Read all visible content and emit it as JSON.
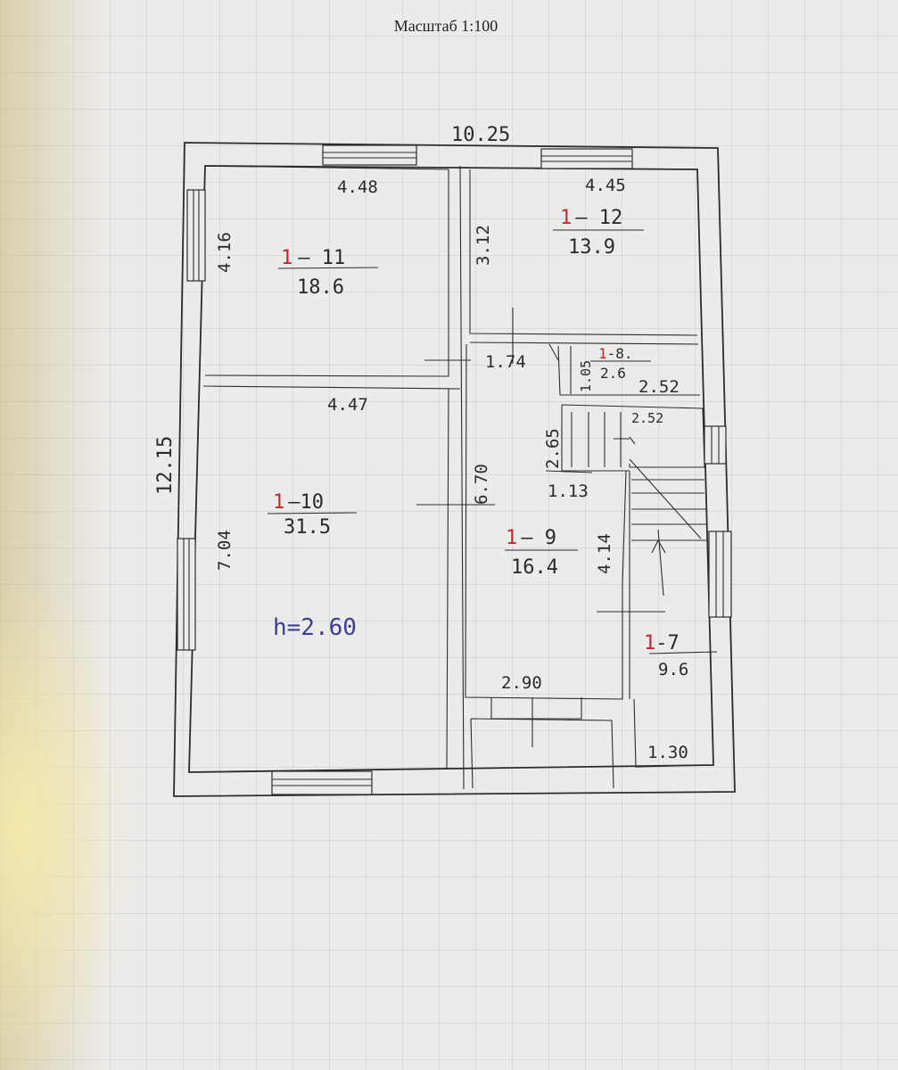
{
  "title": "Масштаб 1:100",
  "outer": {
    "width": "10.25",
    "height": "12.15"
  },
  "rooms": {
    "r11": {
      "id_prefix": "1",
      "id_suffix": "– 11",
      "area": "18.6",
      "width": "4.48",
      "depth": "4.16"
    },
    "r12": {
      "id_prefix": "1",
      "id_suffix": "– 12",
      "area": "13.9",
      "width": "4.45",
      "depth": "3.12"
    },
    "r10": {
      "id_prefix": "1",
      "id_suffix": "–10",
      "area": "31.5",
      "width": "4.47",
      "depth": "7.04",
      "height_note": "h=2.60"
    },
    "r9": {
      "id_prefix": "1",
      "id_suffix": "– 9",
      "area": "16.4",
      "width": "2.90",
      "depth": "6.70",
      "inner_depth": "4.14",
      "landing": "1.13",
      "corridor": "1.74"
    },
    "r8": {
      "id_prefix": "1",
      "id_suffix": "-8.",
      "area": "2.6",
      "width": "2.52",
      "depth": "1.05"
    },
    "r7": {
      "id_prefix": "1",
      "id_suffix": "-7",
      "area": "9.6",
      "width": "1.30"
    },
    "stair": {
      "width": "2.52",
      "depth": "2.65"
    }
  }
}
